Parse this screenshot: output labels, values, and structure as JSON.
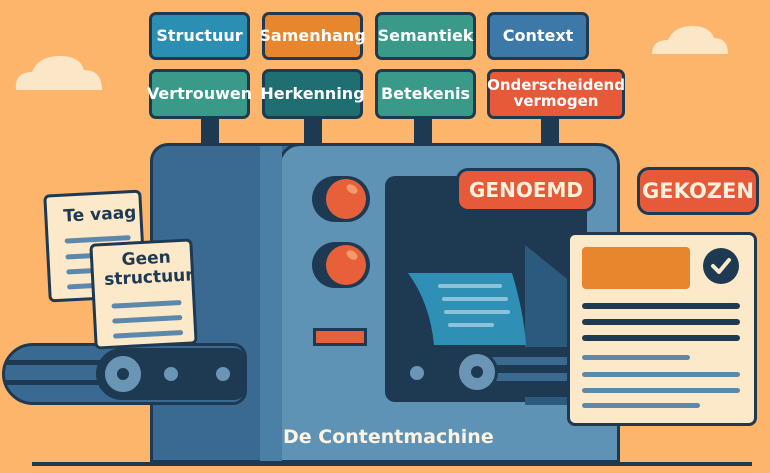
{
  "scene": {
    "title": "De Contentmachine",
    "background_color": "#fdb46b",
    "machine_color": "#5f93b5",
    "outline_color": "#1e3a52",
    "accent_color": "#e65a3a"
  },
  "signs": {
    "row1": [
      {
        "label": "Structuur",
        "color": "#2a8fb3"
      },
      {
        "label": "Samenhang",
        "color": "#e8862e"
      },
      {
        "label": "Semantiek",
        "color": "#3a9a8a"
      },
      {
        "label": "Context",
        "color": "#3d79a8"
      }
    ],
    "row2": [
      {
        "label": "Vertrouwen",
        "color": "#3a9a8a"
      },
      {
        "label": "Herkenning",
        "color": "#1f6f72"
      },
      {
        "label": "Betekenis",
        "color": "#3a9a8a"
      },
      {
        "label": "Onderscheidend vermogen",
        "color": "#e65a3a"
      }
    ]
  },
  "input_documents": [
    {
      "label": "Te vaag"
    },
    {
      "label": "Geen structuur"
    }
  ],
  "badges": {
    "named": "GENOEMD",
    "chosen": "GEKOZEN"
  },
  "output_document": {
    "status_icon": "check-icon"
  }
}
